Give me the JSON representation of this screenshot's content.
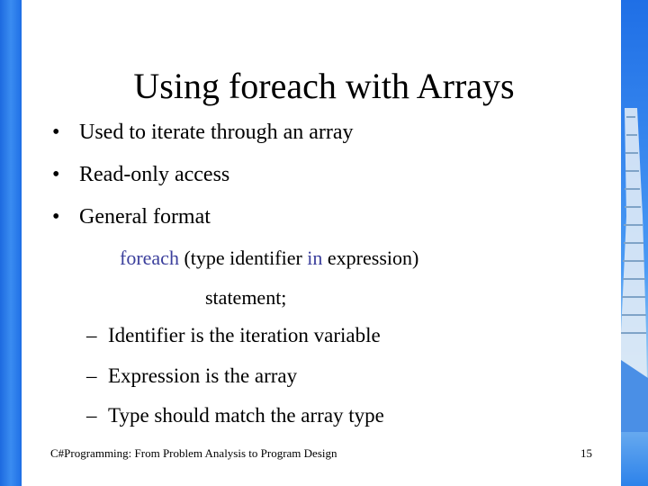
{
  "slide": {
    "title": "Using foreach with Arrays",
    "bullets": [
      "Used to iterate through an array",
      "Read-only access",
      "General format"
    ],
    "code": {
      "kw_foreach": "foreach",
      "part1": " (type identifier ",
      "kw_in": "in",
      "part2": " expression)",
      "line2": "statement;"
    },
    "subbullets": [
      "Identifier is the iteration variable",
      "Expression is the array",
      "Type should match the array type"
    ],
    "bullet_symbol": "•",
    "dash_symbol": "–",
    "footer": "C#Programming: From Problem Analysis to Program Design",
    "page_number": "15"
  },
  "colors": {
    "keyword": "#3b3f9c",
    "background_blue": "#2a78e0"
  }
}
